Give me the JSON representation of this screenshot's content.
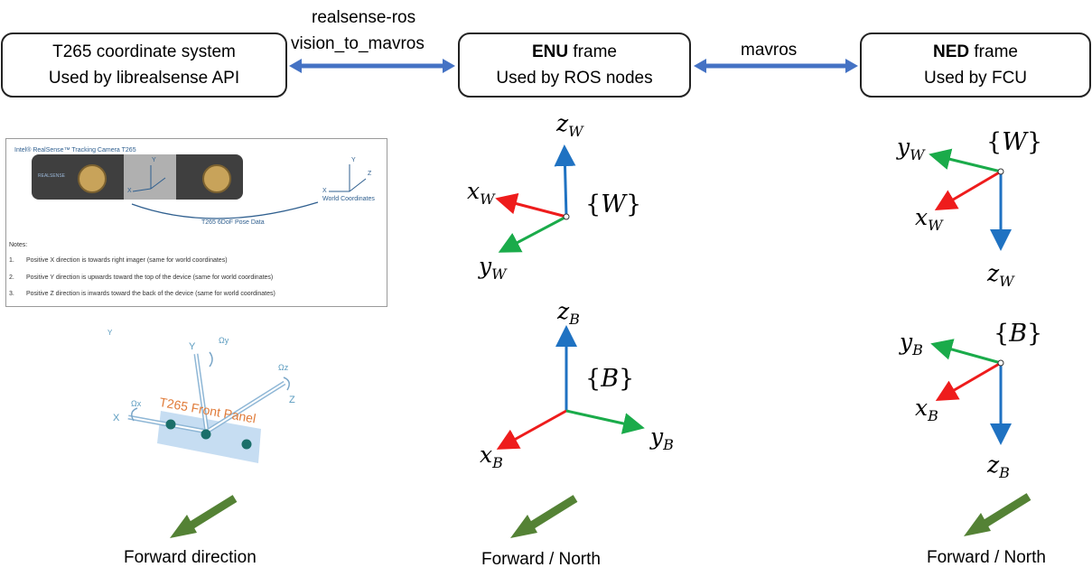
{
  "boxes": {
    "t265": {
      "line1": "T265 coordinate system",
      "line2": "Used by librealsense API"
    },
    "enu": {
      "bold": "ENU",
      "rest": " frame",
      "line2": "Used by ROS nodes"
    },
    "ned": {
      "bold": "NED",
      "rest": " frame",
      "line2": "Used by FCU"
    }
  },
  "arrow_labels": {
    "left_line1": "realsense-ros",
    "left_line2": "vision_to_mavros",
    "right": "mavros"
  },
  "enu_world": {
    "z": "z",
    "z_sub": "W",
    "x": "x",
    "x_sub": "W",
    "y": "y",
    "y_sub": "W",
    "frame": "W"
  },
  "enu_body": {
    "z": "z",
    "z_sub": "B",
    "x": "x",
    "x_sub": "B",
    "y": "y",
    "y_sub": "B",
    "frame": "B"
  },
  "ned_world": {
    "y": "y",
    "y_sub": "W",
    "x": "x",
    "x_sub": "W",
    "z": "z",
    "z_sub": "W",
    "frame": "W"
  },
  "ned_body": {
    "y": "y",
    "y_sub": "B",
    "x": "x",
    "x_sub": "B",
    "z": "z",
    "z_sub": "B",
    "frame": "B"
  },
  "doc": {
    "title": "Intel® RealSense™ Tracking Camera T265",
    "brand": "REALSENSE",
    "world_coords": "World Coordinates",
    "pose": "T265 6DoF Pose Data",
    "axis_x": "X",
    "axis_y": "Y",
    "axis_z": "Z",
    "notes_title": "Notes:",
    "notes": [
      {
        "n": "1.",
        "text": "Positive X direction is towards right imager (same for world coordinates)"
      },
      {
        "n": "2.",
        "text": "Positive Y direction is upwards toward the top of the device (same for world coordinates)"
      },
      {
        "n": "3.",
        "text": "Positive Z direction is inwards toward the back of the device (same for world coordinates)"
      }
    ]
  },
  "panel": {
    "label": "T265 Front Panel",
    "axis_x": "X",
    "axis_y": "Y",
    "axis_z": "Z",
    "omega_x": "Ωx",
    "omega_y": "Ωy",
    "omega_z": "Ωz",
    "stray_y": "Y"
  },
  "forward": {
    "left": "Forward direction",
    "middle": "Forward / North",
    "right": "Forward / North"
  },
  "colors": {
    "x_axis": "#ee1c1c",
    "y_axis": "#1aab4a",
    "z_axis": "#1f72c2",
    "link_arrow": "#4472c4",
    "forward_arrow": "#548235",
    "panel_label": "#e07b39"
  }
}
